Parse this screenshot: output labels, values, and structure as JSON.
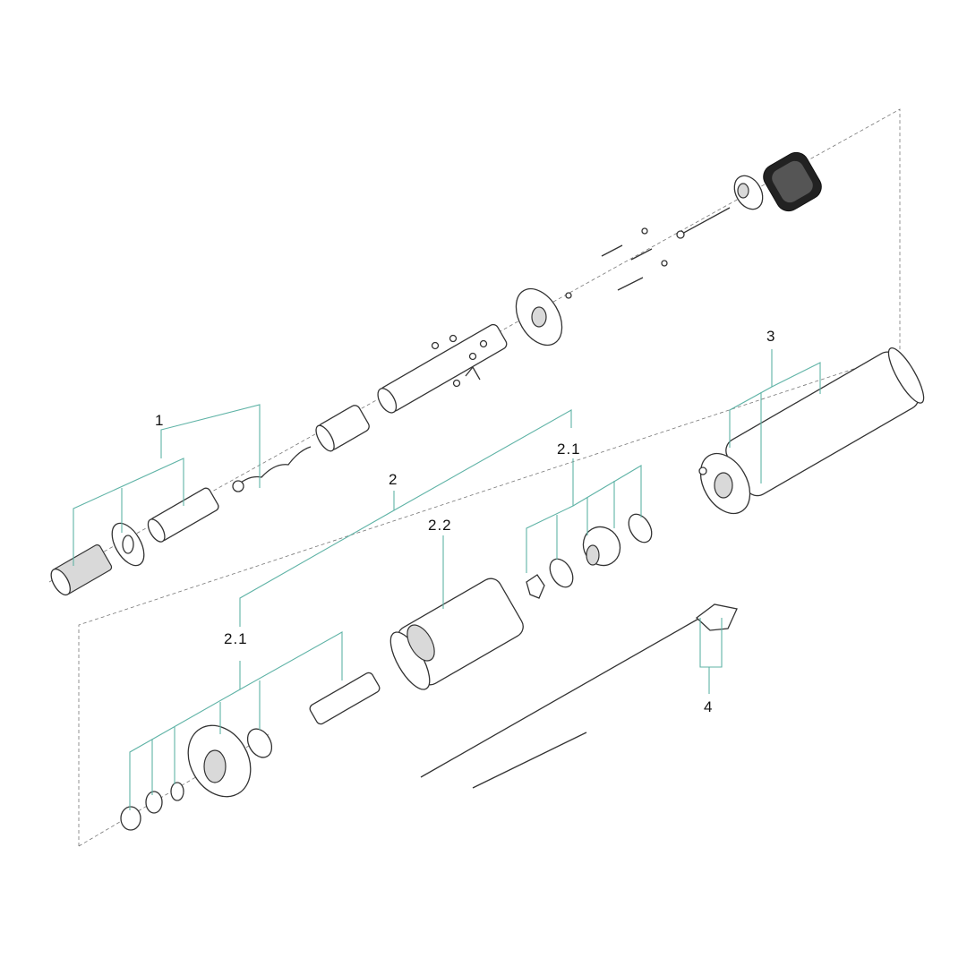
{
  "diagram": {
    "labels": {
      "group1": "1",
      "group2": "2",
      "group2_1_upper": "2.1",
      "group2_2": "2.2",
      "group2_1_lower": "2.1",
      "group3": "3",
      "group4": "4"
    },
    "colors": {
      "leader": "#5fb3a6",
      "outline": "#333333",
      "dashed": "#777777"
    }
  }
}
